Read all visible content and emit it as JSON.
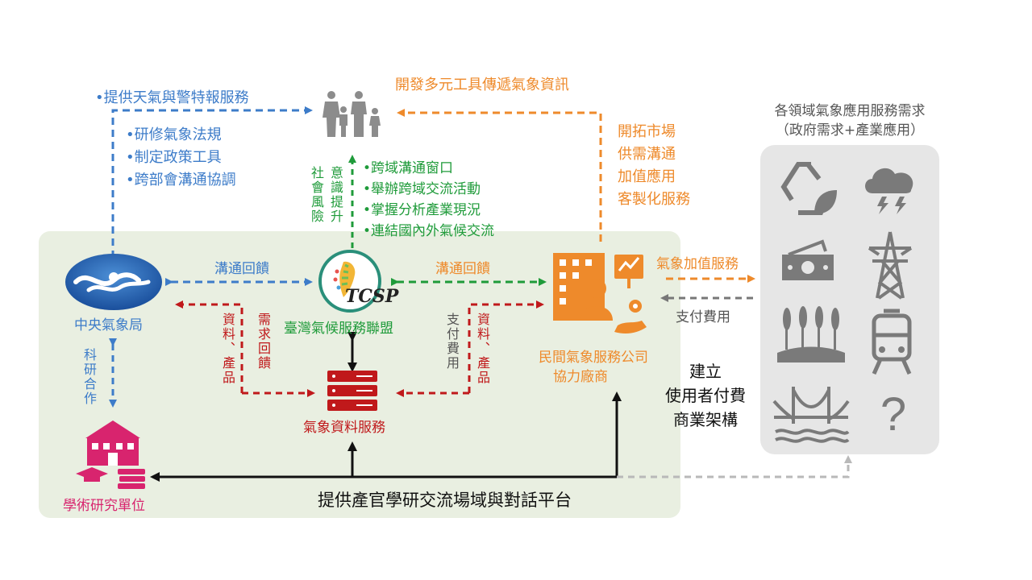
{
  "labels": {
    "weather_service": "•提供天氣與警特報服務",
    "regulations": [
      "•研修氣象法規",
      "•制定政策工具",
      "•跨部會溝通協調"
    ],
    "social_col1": "社會風險",
    "social_col2": "意識提升",
    "alliance_tasks": [
      "•跨域溝通窗口",
      "•舉辦跨域交流活動",
      "•掌握分析產業現況",
      "•連結國內外氣候交流"
    ],
    "develop_tools": "開發多元工具傳遞氣象資訊",
    "market": [
      "開拓市場",
      "供需溝通",
      "加值應用",
      "客製化服務"
    ],
    "sector_demand_title": "各領域氣象應用服務需求",
    "sector_demand_sub": "（政府需求+產業應用）",
    "cwb": "中央氣象局",
    "feedback_left": "溝通回饋",
    "feedback_right": "溝通回饋",
    "tcsp": "臺灣氣候服務聯盟",
    "tcsp_logo_text": "TCSP",
    "private_line1": "民間氣象服務公司",
    "private_line2": "協力廠商",
    "value_added": "氣象加值服務",
    "pay_fee": "支付費用",
    "research_coop": "科研合作",
    "data_products_left": "資料、產品",
    "demand_feedback": "需求回饋",
    "pay_fee_vertical": "支付費用",
    "data_products_right": "資料、產品",
    "data_service": "氣象資料服務",
    "academic": "學術研究單位",
    "user_pay": [
      "建立",
      "使用者付費",
      "商業架構"
    ],
    "platform": "提供產官學研交流場域與對話平台",
    "question_mark": "?"
  },
  "colors": {
    "blue": "#3d7cc9",
    "orange": "#ee8a2b",
    "green": "#1f9b3a",
    "red": "#c0191b",
    "magenta": "#d8246e",
    "gray_icon": "#7a7a7a",
    "panel_green": "#e9efe1",
    "panel_gray": "#e6e6e6"
  },
  "icons": [
    "family-icon",
    "cwb-logo-icon",
    "tcsp-logo-icon",
    "company-icon",
    "server-icon",
    "school-icon",
    "recycle-leaf-icon",
    "storm-cloud-icon",
    "money-icon",
    "power-tower-icon",
    "wheat-icon",
    "train-icon",
    "bridge-icon",
    "question-icon"
  ]
}
